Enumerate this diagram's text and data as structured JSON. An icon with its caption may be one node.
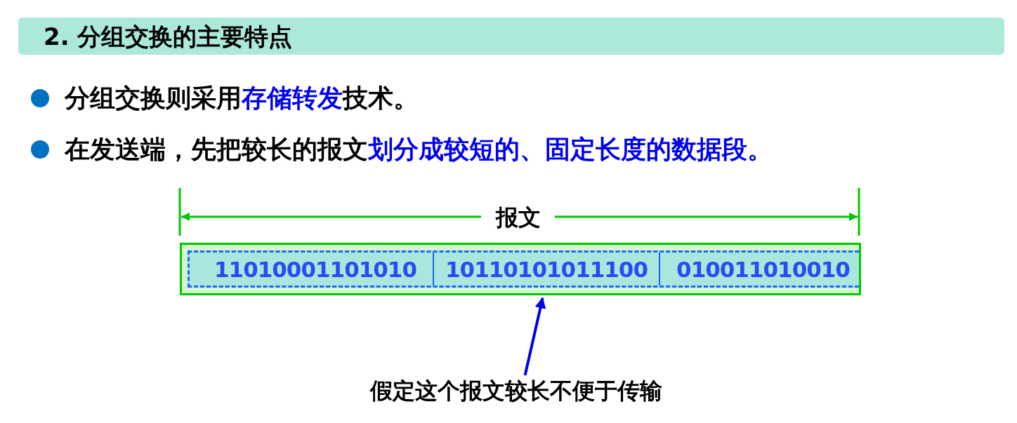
{
  "diagram": {
    "title": "2. 分组交换的主要特点",
    "nodes": [
      {
        "text": [],
        "shape": "box"
      },
      {
        "text": [
          "11010001101010"
        ],
        "in": 0
      },
      {
        "text": [
          "10110101011100"
        ],
        "in": 0
      },
      {
        "text": [
          "010011010010"
        ],
        "in": 0
      },
      {
        "text": [
          "假定这个报文较长不便于传输"
        ]
      }
    ],
    "edges": [
      {
        "from": 4,
        "to": 2,
        "arrow": "to"
      }
    ],
    "labels": [
      "分组交换则采用**存储转发**技术。",
      "在发送端，先把较长的报文**划分成较短的、固定长度的数据段。**",
      "报文"
    ]
  }
}
